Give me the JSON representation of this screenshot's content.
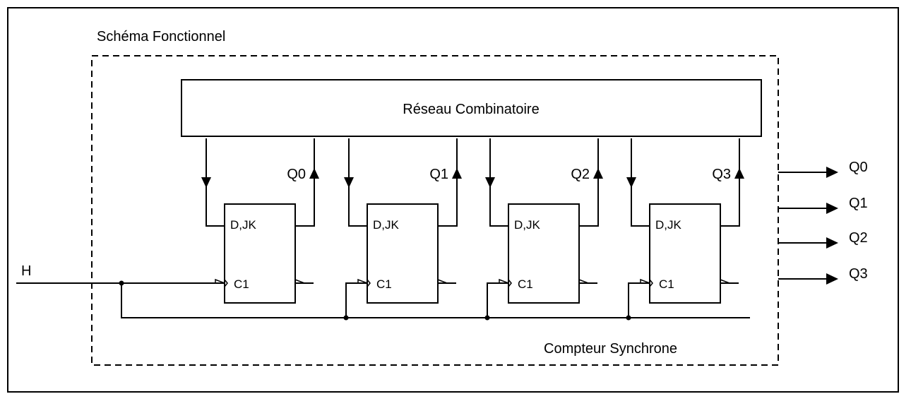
{
  "title": "Schéma Fonctionnel",
  "subsystem_label": "Compteur Synchrone",
  "combinational_block": "Réseau Combinatoire",
  "clock_input": "H",
  "flip_flops": [
    {
      "output": "Q0",
      "input_label": "D,JK",
      "clock_label": "C1"
    },
    {
      "output": "Q1",
      "input_label": "D,JK",
      "clock_label": "C1"
    },
    {
      "output": "Q2",
      "input_label": "D,JK",
      "clock_label": "C1"
    },
    {
      "output": "Q3",
      "input_label": "D,JK",
      "clock_label": "C1"
    }
  ],
  "outputs": [
    "Q0",
    "Q1",
    "Q2",
    "Q3"
  ]
}
